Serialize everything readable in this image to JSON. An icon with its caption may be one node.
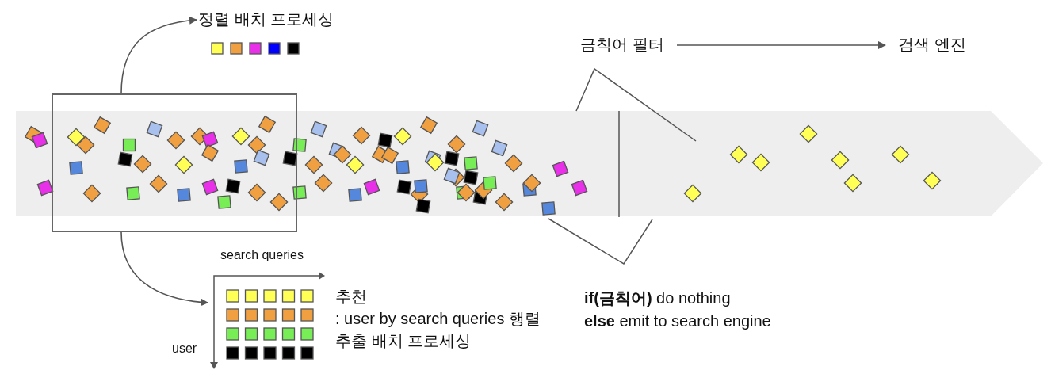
{
  "diagram": {
    "nodes": [
      {
        "text": [],
        "shape": "box"
      },
      {
        "text": [
          "정렬 배치 프로세싱"
        ]
      },
      {
        "text": [
          "추천",
          ": user by search queries 행렬 추출 배치 프로세싱"
        ]
      },
      {
        "text": [
          "금칙어 필터"
        ]
      },
      {
        "text": [
          "검색 엔진"
        ]
      }
    ],
    "edges": [
      {
        "from": 0,
        "to": 1,
        "arrow": "to"
      },
      {
        "from": 0,
        "to": 2,
        "arrow": "to"
      },
      {
        "from": 3,
        "to": 4,
        "arrow": "to"
      }
    ],
    "labels": [
      "search queries",
      "user",
      "**if(금칙어)** do nothing",
      "**else** emit to search engine"
    ]
  }
}
